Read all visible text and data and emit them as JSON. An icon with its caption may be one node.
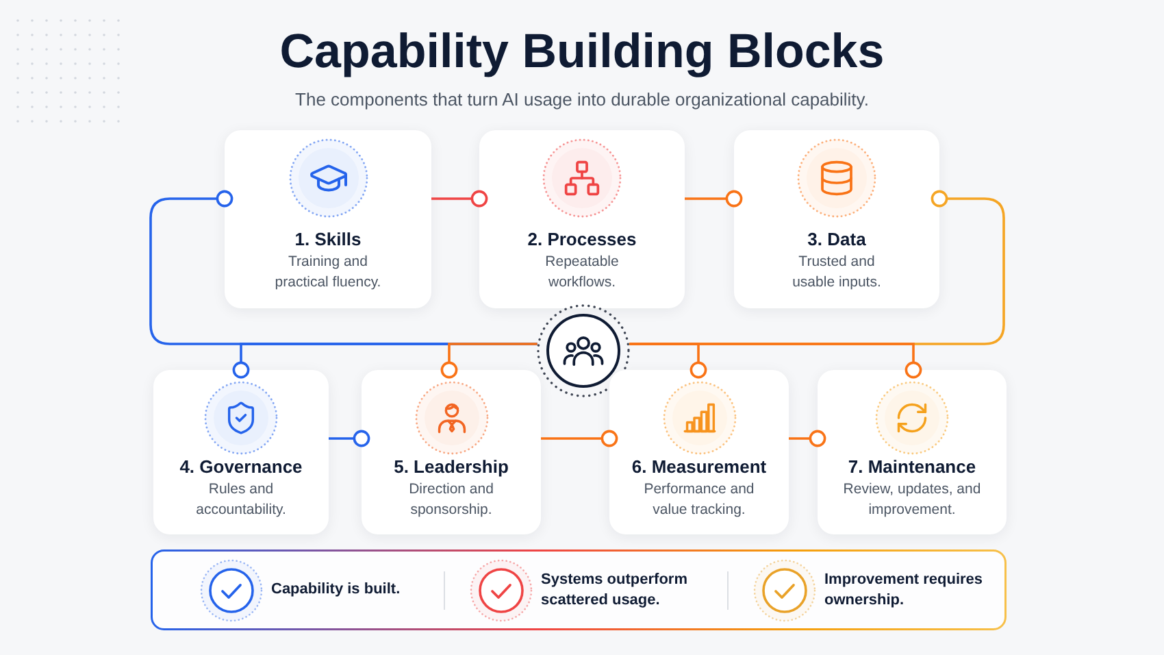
{
  "diagram": {
    "title": "Capability Building Blocks",
    "caption": "The components that turn AI usage into durable organizational capability.",
    "nodes": [
      {
        "text": [
          "1. Skills",
          "Training and practical fluency."
        ]
      },
      {
        "text": [
          "2. Processes",
          "Repeatable workflows."
        ]
      },
      {
        "text": [
          "3. Data",
          "Trusted and usable inputs."
        ]
      },
      {
        "text": [],
        "shape": "circle"
      },
      {
        "text": [
          "4. Governance",
          "Rules and accountability."
        ]
      },
      {
        "text": [
          "5. Leadership",
          "Direction and sponsorship."
        ]
      },
      {
        "text": [
          "6. Measurement",
          "Performance and value tracking."
        ]
      },
      {
        "text": [
          "7. Maintenance",
          "Review, updates, and improvement."
        ]
      },
      {
        "text": [
          "Capability is built.",
          "Systems outperform scattered usage.",
          "Improvement requires ownership."
        ]
      }
    ],
    "edges": [
      {
        "from": 0,
        "to": 1,
        "arrow": "other",
        "color": "#ef4444"
      },
      {
        "from": 1,
        "to": 2,
        "arrow": "other"
      },
      {
        "from": 3,
        "to": 0,
        "arrow": "other",
        "color": "#2563eb"
      },
      {
        "from": 3,
        "to": 2,
        "arrow": "other",
        "color": "#f5a524"
      },
      {
        "from": 3,
        "to": 4,
        "arrow": "other",
        "color": "#2563eb"
      },
      {
        "from": 3,
        "to": 5,
        "arrow": "other"
      },
      {
        "from": 3,
        "to": 6,
        "arrow": "other"
      },
      {
        "from": 3,
        "to": 7,
        "arrow": "other"
      },
      {
        "from": 4,
        "to": 5,
        "arrow": "other",
        "color": "#2563eb"
      },
      {
        "from": 5,
        "to": 6,
        "arrow": "other"
      },
      {
        "from": 6,
        "to": 7,
        "arrow": "other"
      }
    ]
  }
}
